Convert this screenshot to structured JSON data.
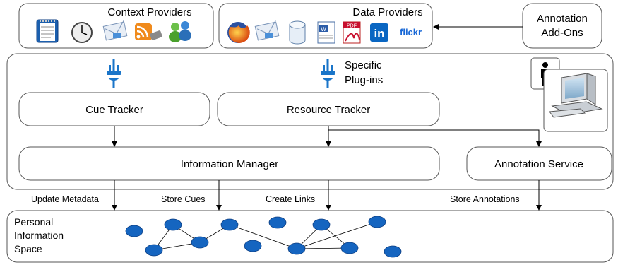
{
  "context_providers": {
    "title": "Context Providers",
    "icons": [
      "notepad-icon",
      "clock-icon",
      "mail-icon",
      "rss-icon",
      "messenger-icon"
    ]
  },
  "data_providers": {
    "title": "Data Providers",
    "icons": [
      "firefox-icon",
      "mail-icon",
      "database-icon",
      "word-document-icon",
      "pdf-icon",
      "linkedin-icon",
      "flickr-icon"
    ],
    "linkedin_text": "in",
    "flickr_text": "flickr",
    "pdf_text": "PDF"
  },
  "annotation_addons": {
    "line1": "Annotation",
    "line2": "Add-Ons"
  },
  "specific_plugins": {
    "line1": "Specific",
    "line2": "Plug-ins"
  },
  "cue_tracker": {
    "label": "Cue Tracker"
  },
  "resource_tracker": {
    "label": "Resource Tracker"
  },
  "information_manager": {
    "label": "Information Manager"
  },
  "annotation_service": {
    "label": "Annotation Service"
  },
  "flows": {
    "update_metadata": "Update Metadata",
    "store_cues": "Store Cues",
    "create_links": "Create Links",
    "store_annotations": "Store Annotations"
  },
  "pis": {
    "line1": "Personal",
    "line2": "Information",
    "line3": "Space"
  },
  "colors": {
    "accent_blue": "#1565c0",
    "plug_blue": "#1a75c9"
  }
}
